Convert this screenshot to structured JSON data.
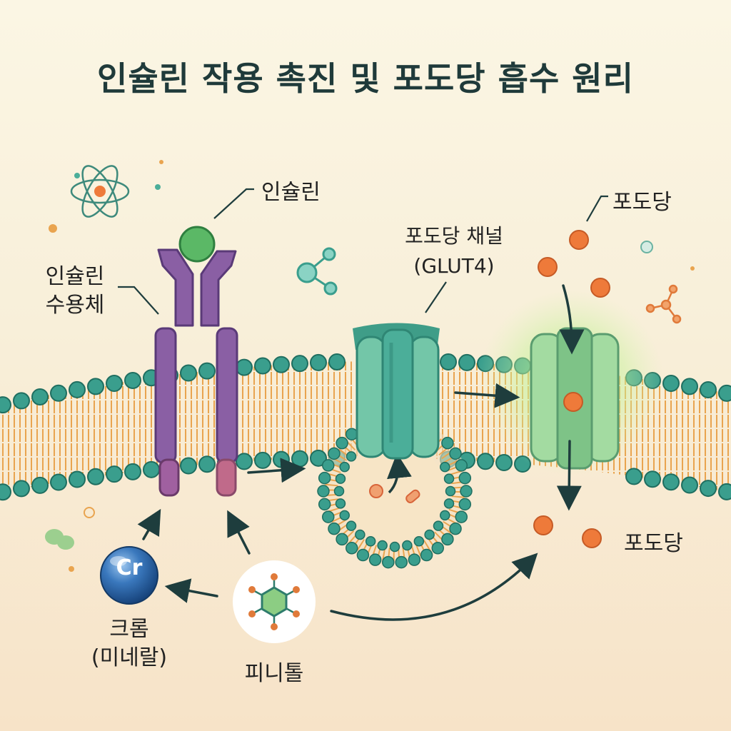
{
  "title": "인슐린 작용 촉진 및 포도당 흡수 원리",
  "labels": {
    "insulin": "인슐린",
    "receptor_line1": "인슐린",
    "receptor_line2": "수용체",
    "glut4_line1": "포도당 채널",
    "glut4_line2": "(GLUT4)",
    "glucose_top": "포도당",
    "glucose_bottom": "포도당",
    "chromium_line1": "크롬",
    "chromium_line2": "(미네랄)",
    "chromium_symbol": "Cr",
    "pinitol": "피니톨"
  },
  "colors": {
    "receptor": "#8a5fa4",
    "insulin": "#5bb866",
    "glut4": "#4bae99",
    "glut4_active": "#8ccd83",
    "glucose": "#ee7a3a",
    "membrane_head": "#3a9e8d",
    "membrane_tail": "#e9a44f",
    "arrow": "#1e3d3d",
    "chromium": "#2d66a6"
  }
}
